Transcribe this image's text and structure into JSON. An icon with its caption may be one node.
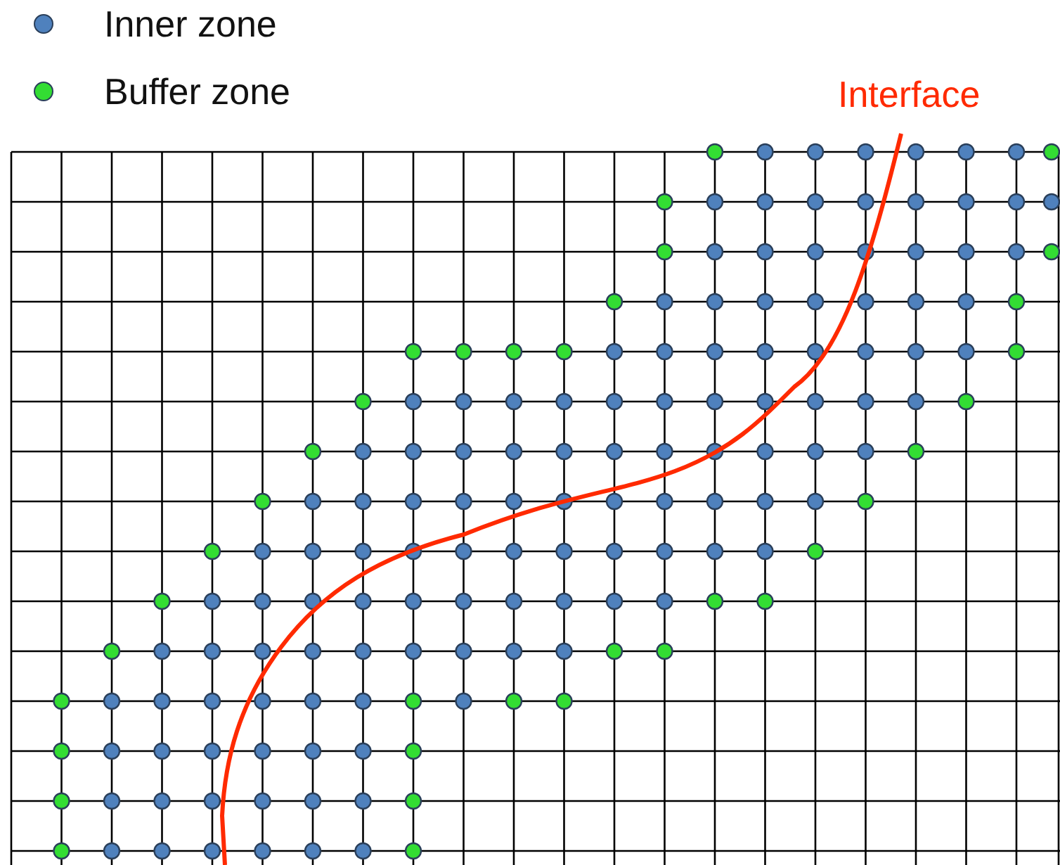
{
  "diagram": {
    "labels": [
      "Interface"
    ],
    "legend": [
      {
        "text": "Inner zone",
        "color": "#4f81bd"
      },
      {
        "text": "Buffer zone",
        "color": "#33dd33"
      }
    ]
  }
}
